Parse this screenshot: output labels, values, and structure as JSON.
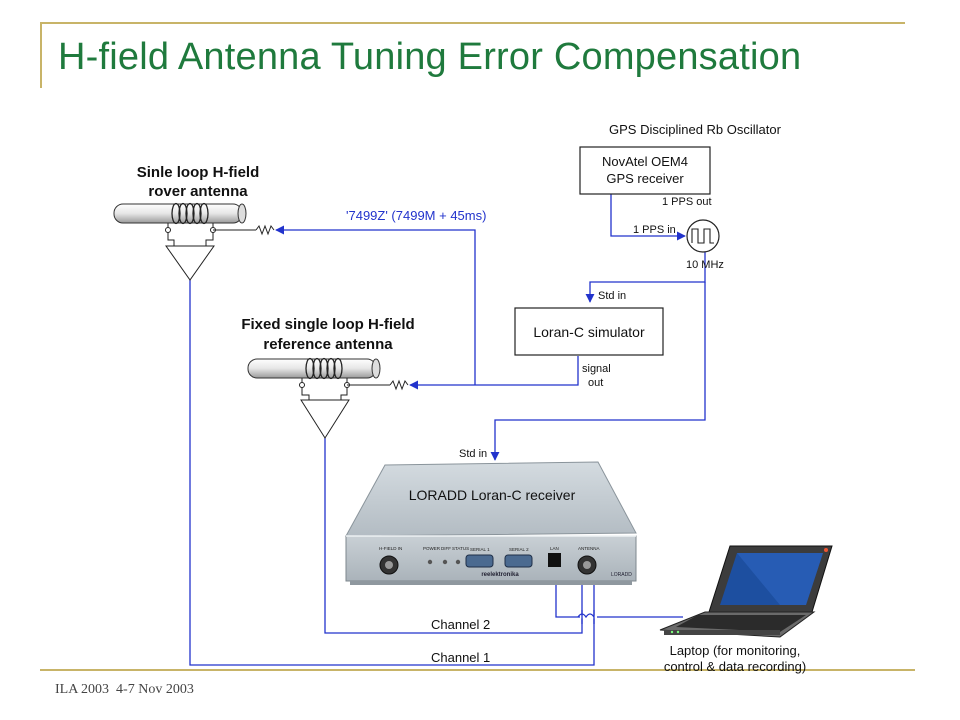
{
  "slide": {
    "title": "H-field Antenna Tuning Error Compensation",
    "footer": "ILA 2003  4-7 Nov 2003"
  },
  "diagram": {
    "gps_group_label": "GPS Disciplined Rb Oscillator",
    "gps_receiver_line1": "NovAtel OEM4",
    "gps_receiver_line2": "GPS receiver",
    "pps_out": "1 PPS out",
    "pps_in": "1 PPS in",
    "ten_mhz": "10 MHz",
    "std_in_sim": "Std in",
    "simulator_label": "Loran-C simulator",
    "signal_out_line1": "signal",
    "signal_out_line2": "out",
    "rover_line1": "Sinle loop H-field",
    "rover_line2": "rover antenna",
    "delay_label": "'7499Z' (7499M + 45ms)",
    "reference_line1": "Fixed single loop H-field",
    "reference_line2": "reference antenna",
    "std_in_receiver": "Std in",
    "receiver_label": "LORADD Loran-C receiver",
    "panel_brand": "reelektronika",
    "panel_model": "LORADD",
    "panel_labels": [
      "H-FIELD IN",
      "POWER",
      "DIFF",
      "STATUS",
      "SERIAL 1",
      "SERIAL 2",
      "LAN",
      "ANTENNA"
    ],
    "channel2": "Channel 2",
    "channel1": "Channel 1",
    "laptop_line1": "Laptop (for monitoring,",
    "laptop_line2": "control & data recording)"
  }
}
